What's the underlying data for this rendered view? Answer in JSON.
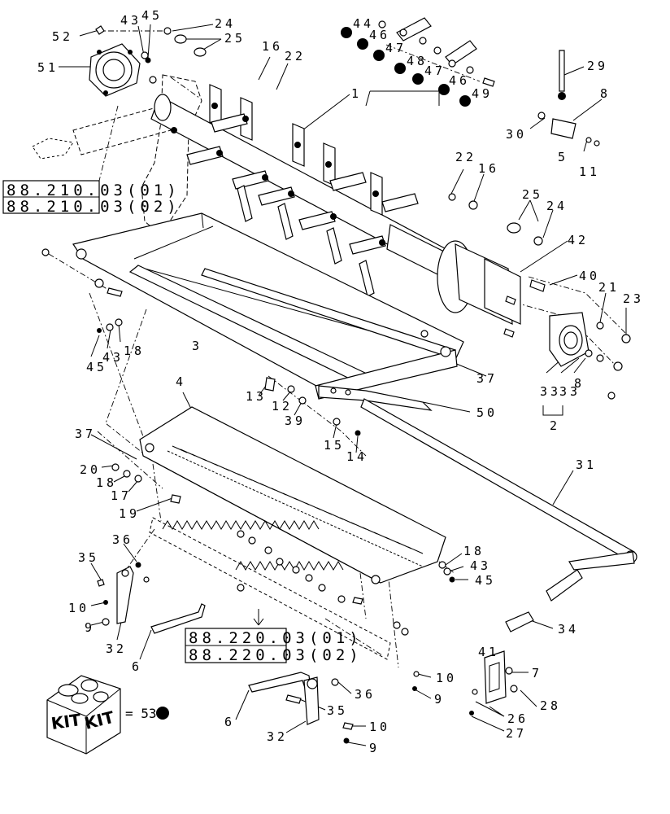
{
  "callouts": [
    {
      "id": "c52",
      "text": "52"
    },
    {
      "id": "c43a",
      "text": "43"
    },
    {
      "id": "c45a",
      "text": "45"
    },
    {
      "id": "c24a",
      "text": "24"
    },
    {
      "id": "c25a",
      "text": "25"
    },
    {
      "id": "c51",
      "text": "51"
    },
    {
      "id": "c16a",
      "text": "16"
    },
    {
      "id": "c22a",
      "text": "22"
    },
    {
      "id": "c1",
      "text": "1"
    },
    {
      "id": "c44",
      "text": "44"
    },
    {
      "id": "c46a",
      "text": "46"
    },
    {
      "id": "c47a",
      "text": "47"
    },
    {
      "id": "c48",
      "text": "48"
    },
    {
      "id": "c47b",
      "text": "47"
    },
    {
      "id": "c46b",
      "text": "46"
    },
    {
      "id": "c49",
      "text": "49"
    },
    {
      "id": "c29",
      "text": "29"
    },
    {
      "id": "c8a",
      "text": "8"
    },
    {
      "id": "c30",
      "text": "30"
    },
    {
      "id": "c5",
      "text": "5"
    },
    {
      "id": "c11",
      "text": "11"
    },
    {
      "id": "c22b",
      "text": "22"
    },
    {
      "id": "c16b",
      "text": "16"
    },
    {
      "id": "c25b",
      "text": "25"
    },
    {
      "id": "c24b",
      "text": "24"
    },
    {
      "id": "c42",
      "text": "42"
    },
    {
      "id": "c40",
      "text": "40"
    },
    {
      "id": "c21",
      "text": "21"
    },
    {
      "id": "c23",
      "text": "23"
    },
    {
      "id": "c3",
      "text": "3"
    },
    {
      "id": "c45b",
      "text": "45"
    },
    {
      "id": "c43b",
      "text": "43"
    },
    {
      "id": "c18a",
      "text": "18"
    },
    {
      "id": "c37a",
      "text": "37"
    },
    {
      "id": "c33a",
      "text": "33"
    },
    {
      "id": "c33b",
      "text": "33"
    },
    {
      "id": "c8b",
      "text": "8"
    },
    {
      "id": "c2",
      "text": "2"
    },
    {
      "id": "c13",
      "text": "13"
    },
    {
      "id": "c12",
      "text": "12"
    },
    {
      "id": "c39",
      "text": "39"
    },
    {
      "id": "c50",
      "text": "50"
    },
    {
      "id": "c15",
      "text": "15"
    },
    {
      "id": "c14",
      "text": "14"
    },
    {
      "id": "c4",
      "text": "4"
    },
    {
      "id": "c37b",
      "text": "37"
    },
    {
      "id": "c20",
      "text": "20"
    },
    {
      "id": "c18b",
      "text": "18"
    },
    {
      "id": "c17",
      "text": "17"
    },
    {
      "id": "c19",
      "text": "19"
    },
    {
      "id": "c31",
      "text": "31"
    },
    {
      "id": "c36a",
      "text": "36"
    },
    {
      "id": "c35a",
      "text": "35"
    },
    {
      "id": "c10a",
      "text": "10"
    },
    {
      "id": "c9a",
      "text": "9"
    },
    {
      "id": "c32a",
      "text": "32"
    },
    {
      "id": "c6a",
      "text": "6"
    },
    {
      "id": "c18c",
      "text": "18"
    },
    {
      "id": "c43c",
      "text": "43"
    },
    {
      "id": "c45c",
      "text": "45"
    },
    {
      "id": "c34",
      "text": "34"
    },
    {
      "id": "c10b",
      "text": "10"
    },
    {
      "id": "c36b",
      "text": "36"
    },
    {
      "id": "c9b",
      "text": "9"
    },
    {
      "id": "c41",
      "text": "41"
    },
    {
      "id": "c7",
      "text": "7"
    },
    {
      "id": "c28",
      "text": "28"
    },
    {
      "id": "c26",
      "text": "26"
    },
    {
      "id": "c27",
      "text": "27"
    },
    {
      "id": "c6b",
      "text": "6"
    },
    {
      "id": "c35b",
      "text": "35"
    },
    {
      "id": "c32b",
      "text": "32"
    },
    {
      "id": "c10c",
      "text": "10"
    },
    {
      "id": "c9c",
      "text": "9"
    }
  ],
  "references": [
    {
      "id": "r1",
      "text": "88.210.03(01)"
    },
    {
      "id": "r2",
      "text": "88.210.03(02)"
    },
    {
      "id": "r3",
      "text": "88.220.03(01)"
    },
    {
      "id": "r4",
      "text": "88.220.03(02)"
    }
  ],
  "kit": {
    "box_label_1": "KIT",
    "box_label_2": "KIT",
    "equals_text": "= 53"
  }
}
